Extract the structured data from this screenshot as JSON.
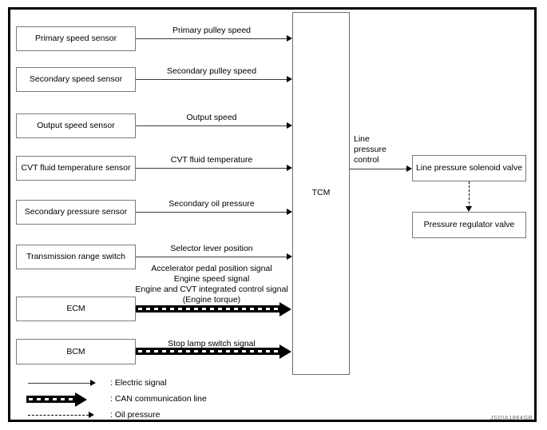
{
  "diagram": {
    "title_id": "JSDIA1864GB",
    "controller": {
      "label": "TCM"
    },
    "inputs": [
      {
        "source": "Primary speed sensor",
        "signal": "Primary pulley speed",
        "line_type": "electric-signal"
      },
      {
        "source": "Secondary speed sensor",
        "signal": "Secondary pulley speed",
        "line_type": "electric-signal"
      },
      {
        "source": "Output speed sensor",
        "signal": "Output speed",
        "line_type": "electric-signal"
      },
      {
        "source": "CVT fluid temperature sensor",
        "signal": "CVT fluid temperature",
        "line_type": "electric-signal"
      },
      {
        "source": "Secondary pressure sensor",
        "signal": "Secondary oil pressure",
        "line_type": "electric-signal"
      },
      {
        "source": "Transmission range switch",
        "signal": "Selector lever position",
        "line_type": "electric-signal"
      },
      {
        "source": "ECM",
        "signal": "Accelerator pedal position signal\nEngine speed signal\nEngine and CVT integrated control signal\n(Engine torque)",
        "signal_lines": [
          "Accelerator pedal position signal",
          "Engine speed signal",
          "Engine and CVT integrated control signal",
          "(Engine torque)"
        ],
        "line_type": "can-communication-line"
      },
      {
        "source": "BCM",
        "signal": "Stop lamp switch signal",
        "line_type": "can-communication-line"
      }
    ],
    "outputs": {
      "control_label_lines": [
        "Line",
        "pressure",
        "control"
      ],
      "control_label": "Line pressure control",
      "solenoid": "Line pressure solenoid valve",
      "regulator": "Pressure regulator valve",
      "solenoid_to_regulator_line_type": "oil-pressure"
    },
    "legend": [
      {
        "symbol": "electric-signal",
        "label": ": Electric signal"
      },
      {
        "symbol": "can-communication-line",
        "label": ": CAN communication line"
      },
      {
        "symbol": "oil-pressure",
        "label": ": Oil pressure"
      }
    ]
  }
}
